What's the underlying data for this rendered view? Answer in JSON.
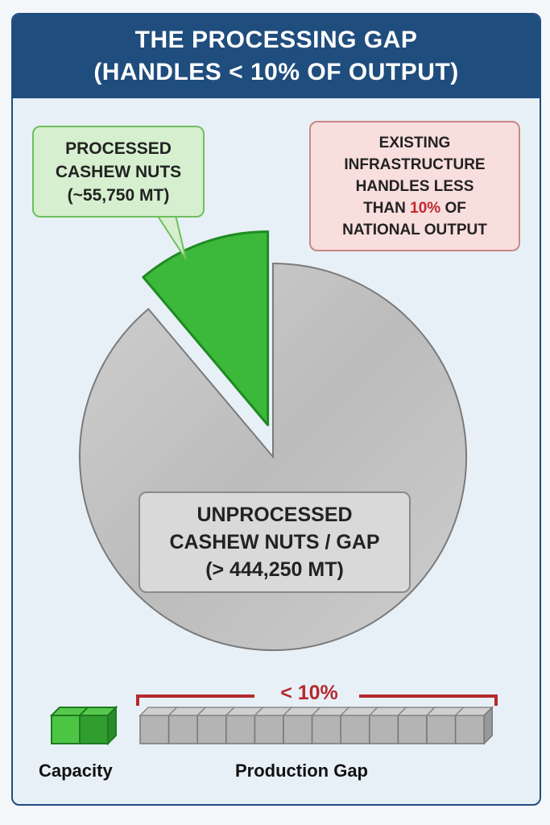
{
  "header": {
    "title_line1": "THE PROCESSING GAP",
    "title_line2": "(HANDLES < 10% OF OUTPUT)"
  },
  "chart_data": {
    "type": "pie",
    "title": "THE PROCESSING GAP (HANDLES < 10% OF OUTPUT)",
    "slices": [
      {
        "name": "Processed Cashew Nuts",
        "value": 55750,
        "color": "#3cb83a",
        "exploded": true
      },
      {
        "name": "Unprocessed Cashew Nuts / Gap",
        "value": 444250,
        "color": "#c4c4c4",
        "exploded": false
      }
    ],
    "labels": {
      "processed": [
        "PROCESSED",
        "CASHEW NUTS",
        "(~55,750 MT)"
      ],
      "gap": [
        "UNPROCESSED",
        "CASHEW NUTS / GAP",
        "(> 444,250 MT)"
      ]
    },
    "annotation": {
      "line1": "EXISTING",
      "line2": "INFRASTRUCTURE",
      "line3": "HANDLES LESS",
      "line4_pre": "THAN ",
      "line4_highlight": "10%",
      "line4_post": " OF",
      "line5": "NATIONAL OUTPUT"
    },
    "bar_legend": {
      "capacity_label": "Capacity",
      "gap_label": "Production Gap",
      "bracket_label": "< 10%",
      "capacity_blocks": 2,
      "gap_blocks": 12
    }
  }
}
